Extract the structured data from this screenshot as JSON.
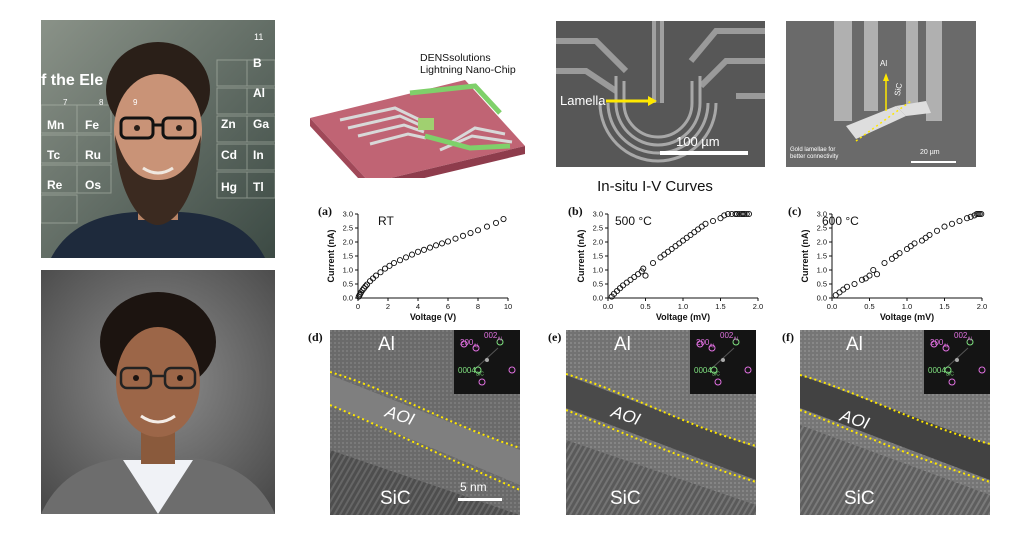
{
  "chip": {
    "caption_line1": "DENSsolutions",
    "caption_line2": "Lightning Nano-Chip"
  },
  "sem_left": {
    "label": "Lamella",
    "scale": "100 µm"
  },
  "sem_right": {
    "label_al": "Al",
    "label_sic": "SiC",
    "note_line1": "Gold lamellae for",
    "note_line2": "better connectivity",
    "scale": "20 µm"
  },
  "section_title": "In-situ I-V Curves",
  "panels": [
    {
      "letter": "(a)",
      "temp": "RT",
      "xlabel": "Voltage (V)",
      "ylabel": "Current (nA)"
    },
    {
      "letter": "(b)",
      "temp": "500 °C",
      "xlabel": "Voltage (mV)",
      "ylabel": "Current (nA)"
    },
    {
      "letter": "(c)",
      "temp": "600 °C",
      "xlabel": "Voltage (mV)",
      "ylabel": "Current (nA)"
    }
  ],
  "chart_data": [
    {
      "type": "scatter",
      "xlabel": "Voltage (V)",
      "ylabel": "Current (nA)",
      "xlim": [
        0,
        10
      ],
      "ylim": [
        0,
        3.0
      ],
      "xticks": [
        "0",
        "2",
        "4",
        "6",
        "8",
        "10"
      ],
      "yticks": [
        "0.0",
        "0.5",
        "1.0",
        "1.5",
        "2.0",
        "2.5",
        "3.0"
      ],
      "x": [
        0.05,
        0.1,
        0.15,
        0.2,
        0.3,
        0.4,
        0.5,
        0.6,
        0.8,
        1.0,
        1.2,
        1.5,
        1.8,
        2.1,
        2.4,
        2.8,
        3.2,
        3.6,
        4.0,
        4.4,
        4.8,
        5.2,
        5.6,
        6.0,
        6.5,
        7.0,
        7.5,
        8.0,
        8.6,
        9.2,
        9.7
      ],
      "y": [
        0.05,
        0.1,
        0.15,
        0.2,
        0.28,
        0.35,
        0.42,
        0.48,
        0.6,
        0.7,
        0.8,
        0.92,
        1.05,
        1.15,
        1.25,
        1.35,
        1.45,
        1.55,
        1.65,
        1.72,
        1.8,
        1.88,
        1.95,
        2.02,
        2.12,
        2.22,
        2.32,
        2.42,
        2.55,
        2.68,
        2.82
      ]
    },
    {
      "type": "scatter",
      "xlabel": "Voltage (mV)",
      "ylabel": "Current (nA)",
      "xlim": [
        0,
        2.0
      ],
      "ylim": [
        0,
        3.0
      ],
      "xticks": [
        "0.0",
        "0.5",
        "1.0",
        "1.5",
        "2.0"
      ],
      "yticks": [
        "0.0",
        "0.5",
        "1.0",
        "1.5",
        "2.0",
        "2.5",
        "3.0"
      ],
      "x": [
        0.05,
        0.08,
        0.12,
        0.16,
        0.2,
        0.25,
        0.3,
        0.35,
        0.4,
        0.45,
        0.47,
        0.5,
        0.6,
        0.7,
        0.75,
        0.8,
        0.85,
        0.9,
        0.95,
        1.0,
        1.05,
        1.1,
        1.15,
        1.2,
        1.25,
        1.3,
        1.4,
        1.5,
        1.55,
        1.6,
        1.65,
        1.7,
        1.72,
        1.75,
        1.78,
        1.8,
        1.82,
        1.85,
        1.88
      ],
      "y": [
        0.05,
        0.15,
        0.25,
        0.35,
        0.45,
        0.55,
        0.65,
        0.75,
        0.85,
        0.95,
        1.05,
        0.8,
        1.25,
        1.45,
        1.55,
        1.65,
        1.75,
        1.85,
        1.95,
        2.05,
        2.15,
        2.25,
        2.35,
        2.45,
        2.55,
        2.65,
        2.75,
        2.85,
        2.95,
        3.0,
        3.0,
        3.0,
        3.0,
        3.0,
        3.0,
        3.0,
        3.0,
        3.0,
        3.0
      ]
    },
    {
      "type": "scatter",
      "xlabel": "Voltage (mV)",
      "ylabel": "Current (nA)",
      "xlim": [
        0,
        2.0
      ],
      "ylim": [
        0,
        3.0
      ],
      "xticks": [
        "0.0",
        "0.5",
        "1.0",
        "1.5",
        "2.0"
      ],
      "yticks": [
        "0.0",
        "0.5",
        "1.0",
        "1.5",
        "2.0",
        "2.5",
        "3.0"
      ],
      "x": [
        0.05,
        0.1,
        0.15,
        0.2,
        0.3,
        0.4,
        0.45,
        0.5,
        0.55,
        0.6,
        0.7,
        0.8,
        0.85,
        0.9,
        1.0,
        1.05,
        1.1,
        1.2,
        1.25,
        1.3,
        1.4,
        1.5,
        1.6,
        1.7,
        1.8,
        1.85,
        1.9,
        1.93,
        1.95,
        1.97,
        1.99
      ],
      "y": [
        0.1,
        0.2,
        0.3,
        0.4,
        0.5,
        0.65,
        0.7,
        0.8,
        1.0,
        0.85,
        1.25,
        1.4,
        1.5,
        1.6,
        1.75,
        1.85,
        1.95,
        2.05,
        2.15,
        2.25,
        2.4,
        2.55,
        2.65,
        2.75,
        2.85,
        2.9,
        2.95,
        3.0,
        3.0,
        3.0,
        3.0
      ]
    }
  ],
  "tem_panels": [
    {
      "letter": "(d)",
      "top": "Al",
      "middle": "AOI",
      "bottom": "SiC",
      "scale": "5 nm",
      "fft": {
        "l002": "002",
        "sub002": "Al",
        "l200": "200",
        "sub200": "Al",
        "l0004": "0004",
        "sub0004": "SiC"
      }
    },
    {
      "letter": "(e)",
      "top": "Al",
      "middle": "AOI",
      "bottom": "SiC",
      "fft": {
        "l002": "002",
        "sub002": "Al",
        "l200": "200",
        "sub200": "Al",
        "l0004": "0004",
        "sub0004": "SiC"
      }
    },
    {
      "letter": "(f)",
      "top": "Al",
      "middle": "AOI",
      "bottom": "SiC",
      "fft": {
        "l002": "002",
        "sub002": "Al",
        "l200": "200",
        "sub200": "Al",
        "l0004": "0004",
        "sub0004": "SiC"
      }
    }
  ],
  "periodic_table": {
    "number": "11",
    "row_text": "f the Ele",
    "symbols": [
      "B",
      "Al",
      "Ga",
      "In",
      "Tl",
      "Mn",
      "Fe",
      "Zn",
      "Cd",
      "Hg",
      "Tc",
      "Ru",
      "Re",
      "Os"
    ],
    "numbers": [
      "7",
      "8",
      "9"
    ]
  }
}
